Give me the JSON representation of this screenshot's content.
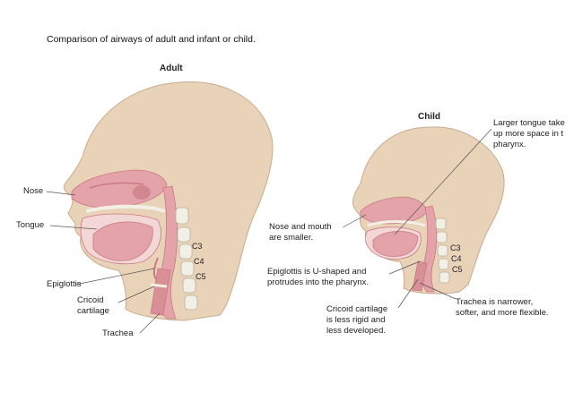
{
  "caption": "Comparison of airways of adult and infant or child.",
  "adult": {
    "heading": "Adult",
    "labels": {
      "nose": "Nose",
      "tongue": "Tongue",
      "epiglottis": "Epiglottis",
      "cricoid_line1": "Cricoid",
      "cricoid_line2": "cartilage",
      "trachea": "Trachea"
    },
    "vertebrae": [
      "C3",
      "C4",
      "C5"
    ]
  },
  "child": {
    "heading": "Child",
    "labels": {
      "tongue_line1": "Larger tongue take",
      "tongue_line2": "up more space in t",
      "tongue_line3": "pharynx.",
      "nose_line1": "Nose and mouth",
      "nose_line2": "are smaller.",
      "epiglottis_line1": "Epiglottis is U-shaped and",
      "epiglottis_line2": "protrudes into the pharynx.",
      "cricoid_line1": "Cricoid cartilage",
      "cricoid_line2": "is less rigid and",
      "cricoid_line3": "less developed.",
      "trachea_line1": "Trachea is narrower,",
      "trachea_line2": "softer, and more flexible."
    },
    "vertebrae": [
      "C3",
      "C4",
      "C5"
    ]
  },
  "colors": {
    "skin": "#e8d2b8",
    "skin_edge": "#c9ab8c",
    "mucosa": "#e3a3a8",
    "mucosa_dark": "#c97a82",
    "cavity": "#f3d6d6",
    "bone": "#f2efe6",
    "bone_edge": "#b9b19c",
    "leader": "#555555"
  }
}
